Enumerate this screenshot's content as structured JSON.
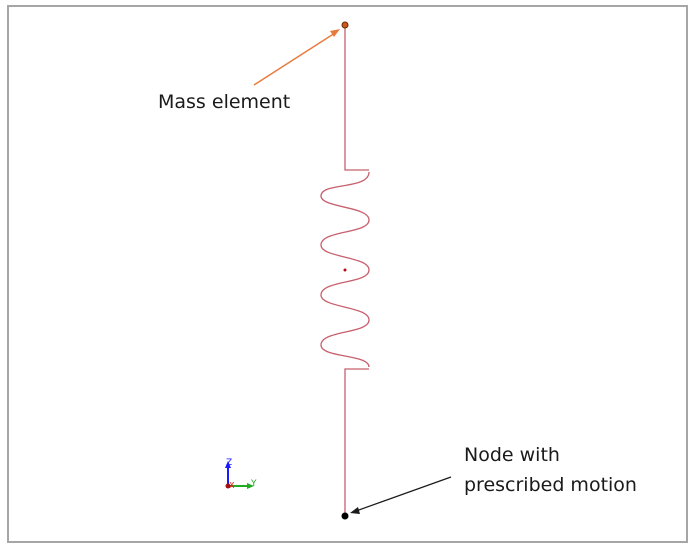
{
  "diagram": {
    "type": "spring-mass model",
    "labels": {
      "mass_element": "Mass element",
      "node_line1": "Node with",
      "node_line2": "prescribed motion"
    },
    "triad": {
      "z_label": "Z",
      "y_label": "Y",
      "x_label": "X",
      "z_color": "#1a1aff",
      "y_color": "#22aa22",
      "x_color": "#e01010"
    },
    "colors": {
      "spring": "#c8606e",
      "mass_arrow": "#e87a3c",
      "mass_node": "#c85a1e",
      "fixed_node": "#000000",
      "node_arrow": "#1a1a1a",
      "border": "#a6a6a6"
    }
  }
}
